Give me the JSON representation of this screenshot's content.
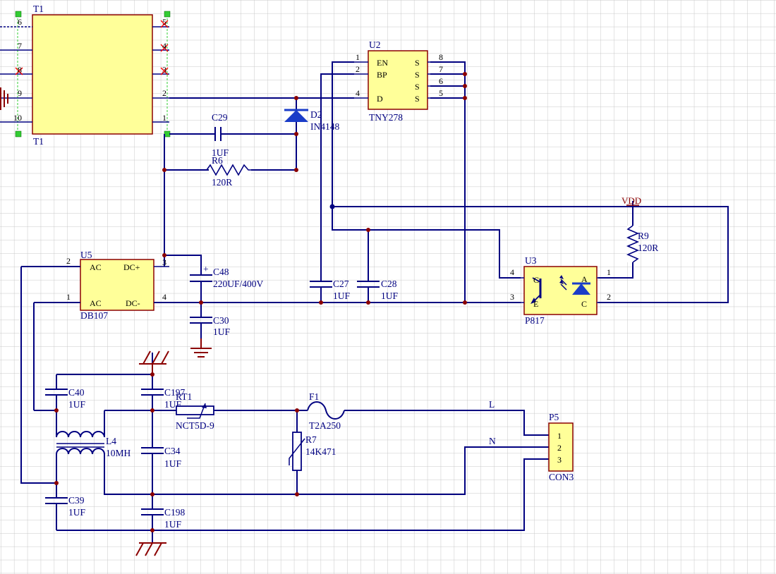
{
  "components": {
    "t1": {
      "ref_top": "T1",
      "ref_bottom": "T1",
      "pins_left": [
        "6",
        "7",
        "8",
        "9",
        "10"
      ],
      "pins_right": [
        "5",
        "4",
        "3",
        "2",
        "1"
      ]
    },
    "u2": {
      "ref": "U2",
      "value": "TNY278",
      "pins_left": [
        "EN",
        "BP",
        "D"
      ],
      "pin_nums_left": [
        "1",
        "2",
        "4"
      ],
      "pins_right": [
        "S",
        "S",
        "S",
        "S"
      ],
      "pin_nums_right": [
        "8",
        "7",
        "6",
        "5"
      ]
    },
    "d2": {
      "ref": "D2",
      "value": "IN4148"
    },
    "c29": {
      "ref": "C29",
      "value": "1UF"
    },
    "r6": {
      "ref": "R6",
      "value": "120R"
    },
    "u5": {
      "ref": "U5",
      "value": "DB107",
      "pin_ac1": "AC",
      "pin_dcp": "DC+",
      "pin_ac2": "AC",
      "pin_dcn": "DC-",
      "num_2": "2",
      "num_3": "3",
      "num_1": "1",
      "num_4": "4"
    },
    "c48": {
      "ref": "C48",
      "value": "220UF/400V"
    },
    "c30": {
      "ref": "C30",
      "value": "1UF"
    },
    "c27": {
      "ref": "C27",
      "value": "1UF"
    },
    "c28": {
      "ref": "C28",
      "value": "1UF"
    },
    "vdd": {
      "label": "VDD"
    },
    "r9": {
      "ref": "R9",
      "value": "120R"
    },
    "u3": {
      "ref": "U3",
      "value": "P817",
      "pin_c": "C",
      "pin_e": "E",
      "pin_a": "A",
      "pin_k": "C",
      "num_4": "4",
      "num_3": "3",
      "num_1": "1",
      "num_2": "2"
    },
    "c40": {
      "ref": "C40",
      "value": "1UF"
    },
    "c197": {
      "ref": "C197",
      "value": "1UF"
    },
    "rt1": {
      "ref": "RT1",
      "value": "NCT5D-9"
    },
    "f1": {
      "ref": "F1",
      "value": "T2A250"
    },
    "l4": {
      "ref": "L4",
      "value": "10MH"
    },
    "c34": {
      "ref": "C34",
      "value": "1UF"
    },
    "r7": {
      "ref": "R7",
      "value": "14K471"
    },
    "c39": {
      "ref": "C39",
      "value": "1UF"
    },
    "c198": {
      "ref": "C198",
      "value": "1UF"
    },
    "p5": {
      "ref": "P5",
      "value": "CON3",
      "pins": [
        "1",
        "2",
        "3"
      ]
    },
    "net_l": "L",
    "net_n": "N"
  }
}
